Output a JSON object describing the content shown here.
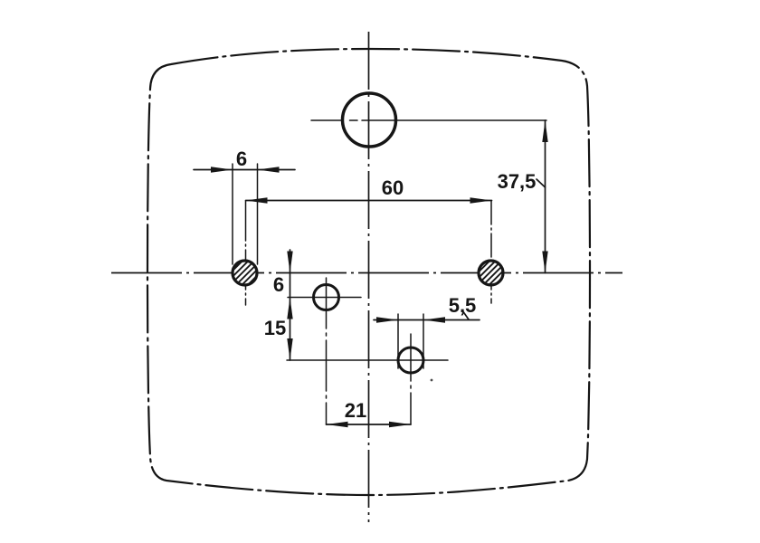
{
  "drawing": {
    "title": "cover-plate-hole-layout",
    "background": "#ffffff",
    "line_color": "#161616",
    "decimal_style": "comma",
    "dim_labels": {
      "hatched_hole_diameter": "6",
      "hatched_hole_spacing": "60",
      "large_hole_offset": "37,5",
      "upper_small_hole_offset": "6",
      "small_hole_vertical_spacing": "15",
      "small_hole_diameter": "5,5",
      "small_hole_horizontal_spacing": "21"
    }
  }
}
